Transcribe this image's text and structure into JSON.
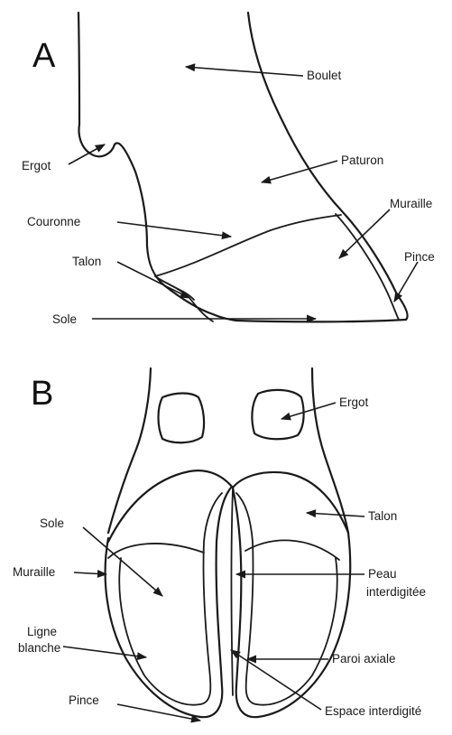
{
  "panel_a": {
    "letter": "A",
    "labels": {
      "boulet": "Boulet",
      "ergot": "Ergot",
      "paturon": "Paturon",
      "muraille": "Muraille",
      "couronne": "Couronne",
      "talon": "Talon",
      "pince": "Pince",
      "sole": "Sole"
    }
  },
  "panel_b": {
    "letter": "B",
    "labels": {
      "ergot": "Ergot",
      "talon": "Talon",
      "sole": "Sole",
      "muraille": "Muraille",
      "peau_line1": "Peau",
      "peau_line2": "interdigitée",
      "ligne_line1": "Ligne",
      "ligne_line2": "blanche",
      "paroi": "Paroi axiale",
      "pince": "Pince",
      "espace": "Espace interdigité"
    }
  }
}
